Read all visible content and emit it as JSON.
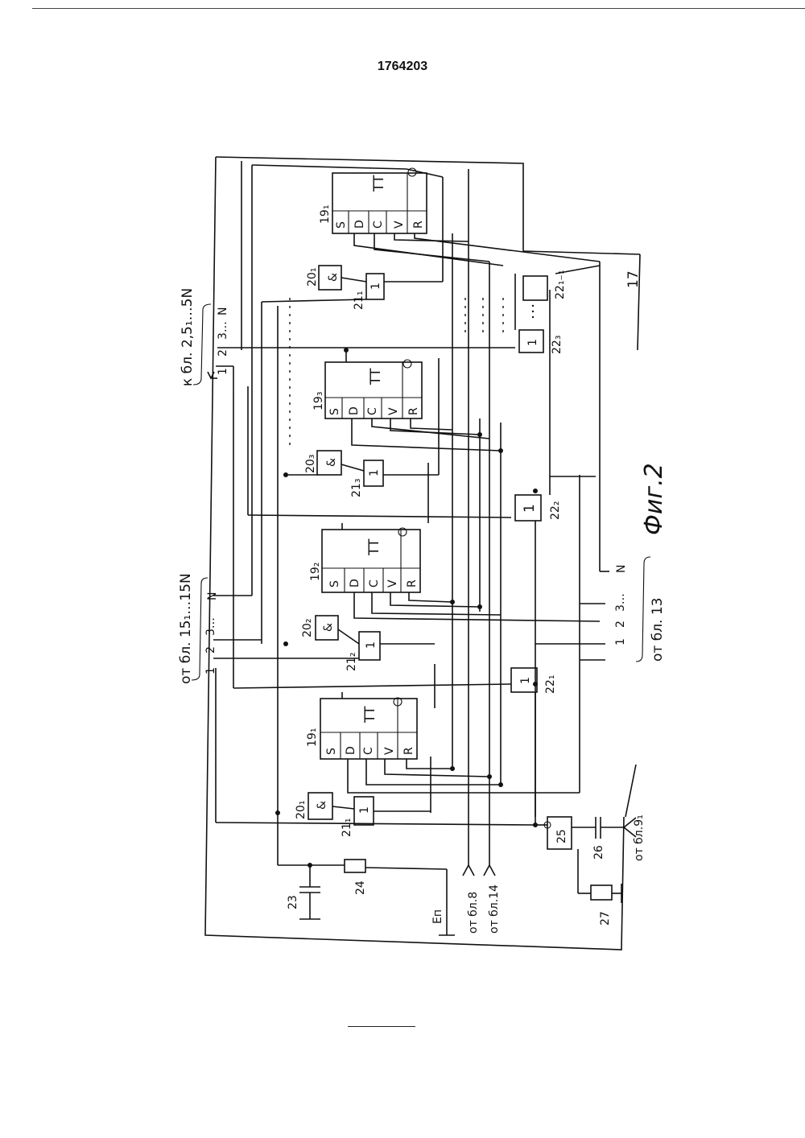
{
  "header": {
    "patent_number": "1764203"
  },
  "figure": {
    "caption": "Фиг.2",
    "block_number": "17",
    "triggers": [
      {
        "ref": "19₁",
        "type": "TT",
        "pins": [
          "S",
          "D",
          "C",
          "V",
          "R"
        ]
      },
      {
        "ref": "19₂",
        "type": "TT",
        "pins": [
          "S",
          "D",
          "C",
          "V",
          "R"
        ]
      },
      {
        "ref": "19₃",
        "type": "TT",
        "pins": [
          "S",
          "D",
          "C",
          "V",
          "R"
        ]
      },
      {
        "ref": "19₁",
        "type": "TT",
        "pins": [
          "S",
          "D",
          "C",
          "V",
          "R"
        ]
      }
    ],
    "and_gates": [
      {
        "ref": "20₁",
        "sym": "&"
      },
      {
        "ref": "20₂",
        "sym": "&"
      },
      {
        "ref": "20₃",
        "sym": "&"
      },
      {
        "ref": "20₁",
        "sym": "&"
      }
    ],
    "or_gates_21": [
      {
        "ref": "21₁",
        "sym": "1"
      },
      {
        "ref": "21₂",
        "sym": "1"
      },
      {
        "ref": "21₃",
        "sym": "1"
      },
      {
        "ref": "21₁",
        "sym": "1"
      }
    ],
    "or_gates_22": [
      {
        "ref": "22₁",
        "sym": "1"
      },
      {
        "ref": "22₂",
        "sym": "1"
      },
      {
        "ref": "22₃",
        "sym": "1"
      },
      {
        "ref": "22₁₋₁"
      }
    ],
    "gate_25": "25",
    "capacitor_23": "23",
    "resistor_24": "24",
    "capacitor_26": "26",
    "resistor_27": "27",
    "power": "Eп",
    "buses": {
      "to_blocks": "к бл. 2,5₁…5N",
      "from_blocks_15": "от бл. 15₁…15N",
      "from_block_13": "от бл. 13",
      "from_block_9": "от бл.9₁",
      "from_block_8": "от бл.8",
      "from_block_14": "от бл.14"
    },
    "lines": [
      "1",
      "2",
      "3…",
      "N"
    ]
  }
}
